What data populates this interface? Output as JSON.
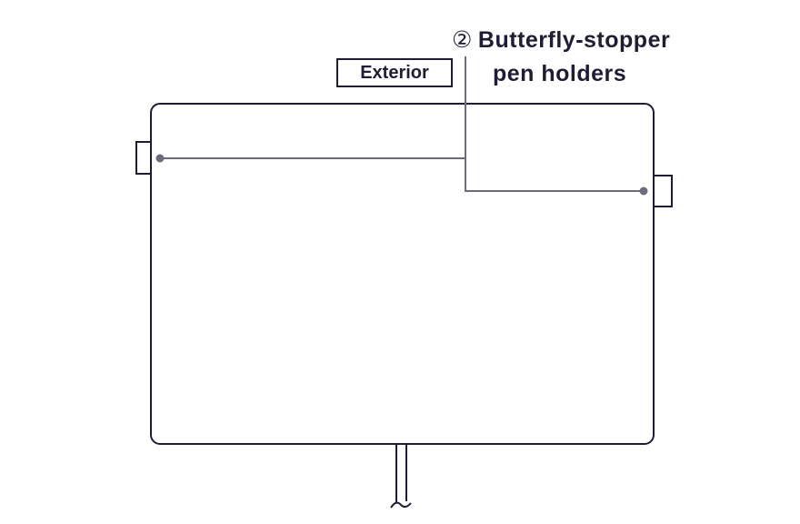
{
  "section_tag": "Exterior",
  "callout": {
    "number": "②",
    "line1": "Butterfly-stopper",
    "line2": "pen holders"
  },
  "colors": {
    "outline": "#1f1d33",
    "leader": "#6e6c7a"
  }
}
